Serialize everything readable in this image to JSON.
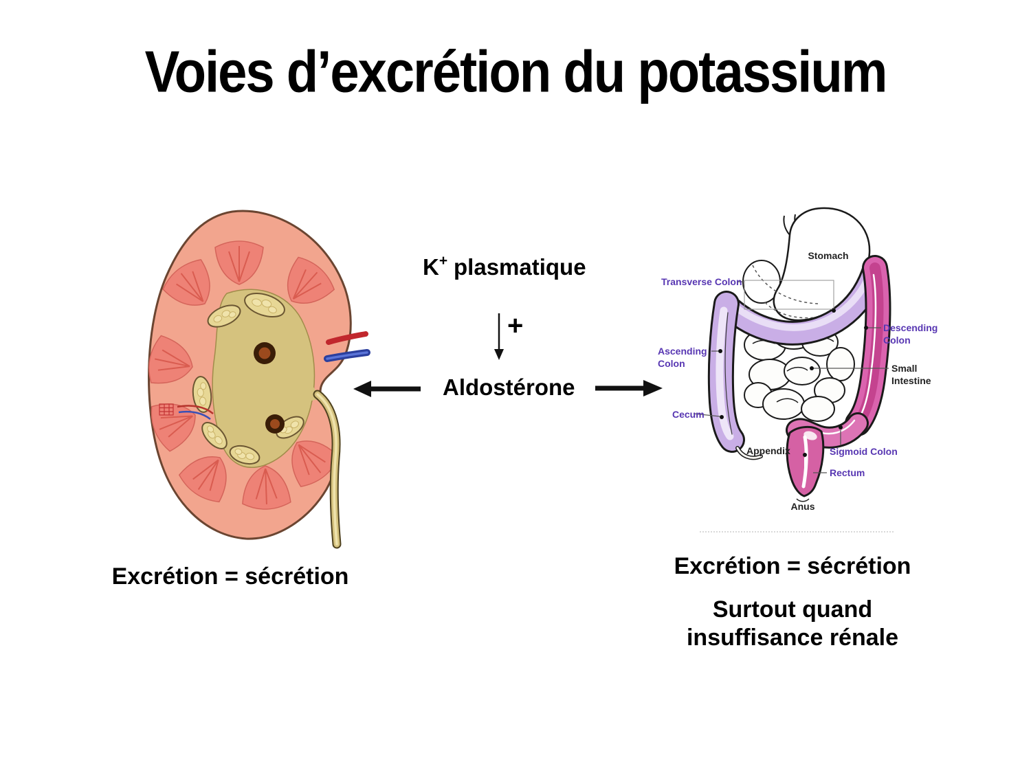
{
  "title": "Voies d’excrétion du potassium",
  "flow": {
    "k_symbol": "K",
    "k_superscript": "+",
    "k_word": "plasmatique",
    "plus_sign": "+",
    "hormone": "Aldostérone"
  },
  "kidney_caption": "Excrétion = sécrétion",
  "colon_caption": {
    "line1": "Excrétion = sécrétion",
    "line2": "Surtout quand",
    "line3": "insuffisance rénale"
  },
  "colon_labels": {
    "stomach": "Stomach",
    "transverse_colon": "Transverse Colon",
    "ascending_line1": "Ascending",
    "ascending_line2": "Colon",
    "descending_line1": "Descending",
    "descending_line2": "Colon",
    "small_intestine_line1": "Small",
    "small_intestine_line2": "Intestine",
    "cecum": "Cecum",
    "appendix": "Appendix",
    "sigmoid_colon": "Sigmoid Colon",
    "rectum": "Rectum",
    "anus": "Anus"
  },
  "colors": {
    "label_purple": "#5736b2",
    "label_black": "#222222",
    "colon_lavender": "#c9aee6",
    "colon_pink": "#da63ae",
    "kidney_cortex": "#f2a58e",
    "kidney_pyramid": "#ee8276",
    "kidney_sinus": "#d5c27e",
    "arrow_black": "#111111"
  }
}
